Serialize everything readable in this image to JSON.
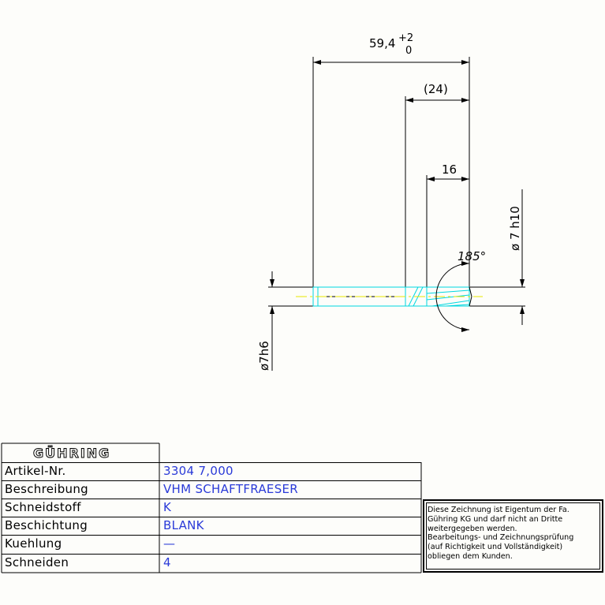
{
  "dimensions": {
    "overall_length": "59,4",
    "overall_tol_upper": "+2",
    "overall_tol_lower": "0",
    "flute_ref": "(24)",
    "cut_length": "16",
    "diameter_right": "ø 7 h10",
    "diameter_left": "ø7h6",
    "point_angle": "185°"
  },
  "title_block": {
    "logo": "GÜHRING",
    "rows": [
      {
        "label": "Artikel-Nr.",
        "value": "3304  7,000"
      },
      {
        "label": "Beschreibung",
        "value": "VHM  SCHAFTFRAESER"
      },
      {
        "label": "Schneidstoff",
        "value": "K"
      },
      {
        "label": "Beschichtung",
        "value": "BLANK"
      },
      {
        "label": "Kuehlung",
        "value": "—"
      },
      {
        "label": "Schneiden",
        "value": "4"
      }
    ]
  },
  "note": {
    "lines": [
      "Diese Zeichnung ist Eigentum der Fa.",
      "Gühring KG und darf nicht an Dritte",
      "weitergegeben werden.",
      "Bearbeitungs- und Zeichnungsprüfung",
      "(auf Richtigkeit und Vollständigkeit)",
      "obliegen dem Kunden."
    ]
  },
  "colors": {
    "line": "#000000",
    "tool_outline": "#00d8e0",
    "centerline": "#e8e800",
    "value_text": "#2a3ad8"
  }
}
